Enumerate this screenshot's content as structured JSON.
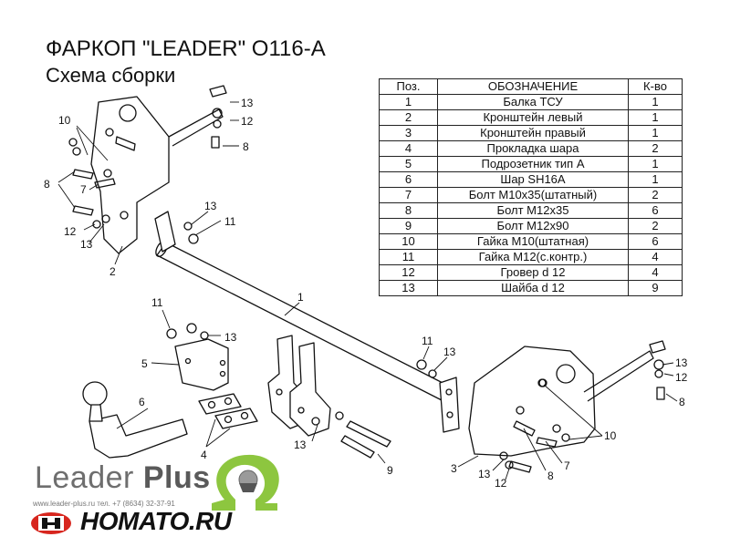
{
  "header": {
    "title": "ФАРКОП \"LEADER\" О116-А",
    "subtitle": "Схема сборки"
  },
  "table": {
    "headers": [
      "Поз.",
      "ОБОЗНАЧЕНИЕ",
      "К-во"
    ],
    "rows": [
      [
        "1",
        "Балка ТСУ",
        "1"
      ],
      [
        "2",
        "Кронштейн левый",
        "1"
      ],
      [
        "3",
        "Кронштейн правый",
        "1"
      ],
      [
        "4",
        "Прокладка шара",
        "2"
      ],
      [
        "5",
        "Подрозетник тип А",
        "1"
      ],
      [
        "6",
        "Шар SH16A",
        "1"
      ],
      [
        "7",
        "Болт М10х35(штатный)",
        "2"
      ],
      [
        "8",
        "Болт М12х35",
        "6"
      ],
      [
        "9",
        "Болт М12х90",
        "2"
      ],
      [
        "10",
        "Гайка М10(штатная)",
        "6"
      ],
      [
        "11",
        "Гайка М12(с.контр.)",
        "4"
      ],
      [
        "12",
        "Гровер d 12",
        "4"
      ],
      [
        "13",
        "Шайба d 12",
        "9"
      ]
    ]
  },
  "callouts": {
    "c1": "1",
    "c2": "2",
    "c3": "3",
    "c4": "4",
    "c5": "5",
    "c6": "6",
    "c7a": "7",
    "c7b": "7",
    "c8a": "8",
    "c8b": "8",
    "c8c": "8",
    "c8d": "8",
    "c9": "9",
    "c10a": "10",
    "c10b": "10",
    "c11a": "11",
    "c11b": "11",
    "c11c": "11",
    "c12a": "12",
    "c12b": "12",
    "c12c": "12",
    "c12d": "12",
    "c13a": "13",
    "c13b": "13",
    "c13c": "13",
    "c13d": "13",
    "c13e": "13",
    "c13f": "13",
    "c13g": "13",
    "c13h": "13"
  },
  "branding": {
    "brand_light": "Leader",
    "brand_bold": "Plus",
    "contacts": "www.leader-plus.ru   тел. +7 (8634) 32-37-91",
    "shop": "HOMATO.RU"
  },
  "colors": {
    "logo_green": "#8dc63f",
    "logo_red": "#d7261e"
  }
}
